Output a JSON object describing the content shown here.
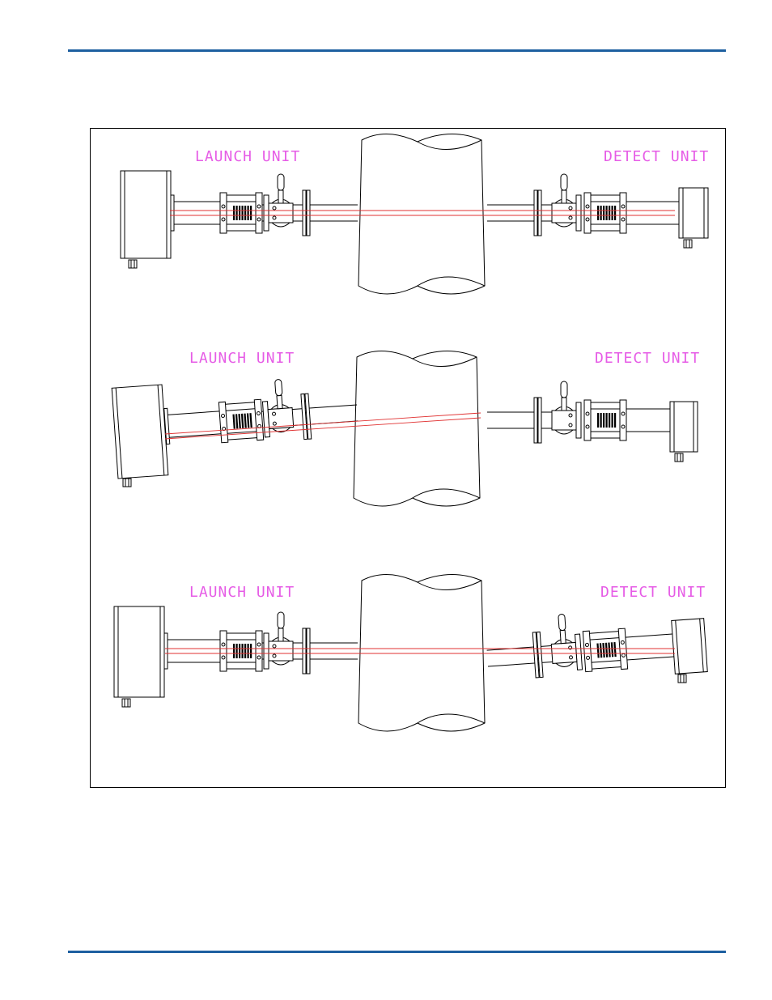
{
  "colors": {
    "rule": "#1d5fa0",
    "label": "#e65ce6",
    "beam": "#e03030",
    "line": "#000000"
  },
  "panels": [
    {
      "launch_label": "LAUNCH UNIT",
      "detect_label": "DETECT UNIT"
    },
    {
      "launch_label": "LAUNCH UNIT",
      "detect_label": "DETECT UNIT"
    },
    {
      "launch_label": "LAUNCH UNIT",
      "detect_label": "DETECT UNIT"
    }
  ]
}
